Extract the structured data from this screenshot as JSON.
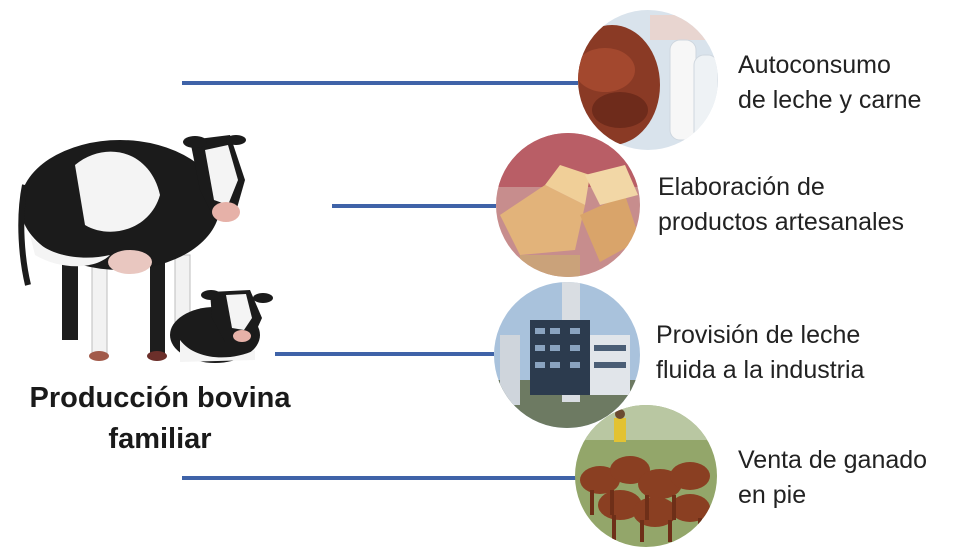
{
  "diagram": {
    "title_line1": "Producción bovina",
    "title_line2": "familiar",
    "line_color": "#3f63a8",
    "items": [
      {
        "line1": "Autoconsumo",
        "line2": "de leche y carne",
        "icon": "meat-and-milk-photo"
      },
      {
        "line1": "Elaboración de",
        "line2": "productos artesanales",
        "icon": "artisan-cheese-photo"
      },
      {
        "line1": "Provisión de leche",
        "line2": "fluida a la industria",
        "icon": "dairy-factory-photo"
      },
      {
        "line1": "Venta de ganado",
        "line2": "en pie",
        "icon": "cattle-herd-photo"
      }
    ]
  }
}
